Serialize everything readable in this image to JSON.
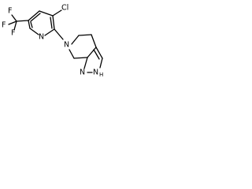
{
  "structure": {
    "atoms": {
      "f1": "F",
      "f2": "F",
      "f3": "F",
      "cl": "Cl",
      "pyridine_n": "N",
      "piperidine_n": "N",
      "pyrazole_n1": "N",
      "pyrazole_n2": "N",
      "pyrazole_h": "H"
    }
  }
}
